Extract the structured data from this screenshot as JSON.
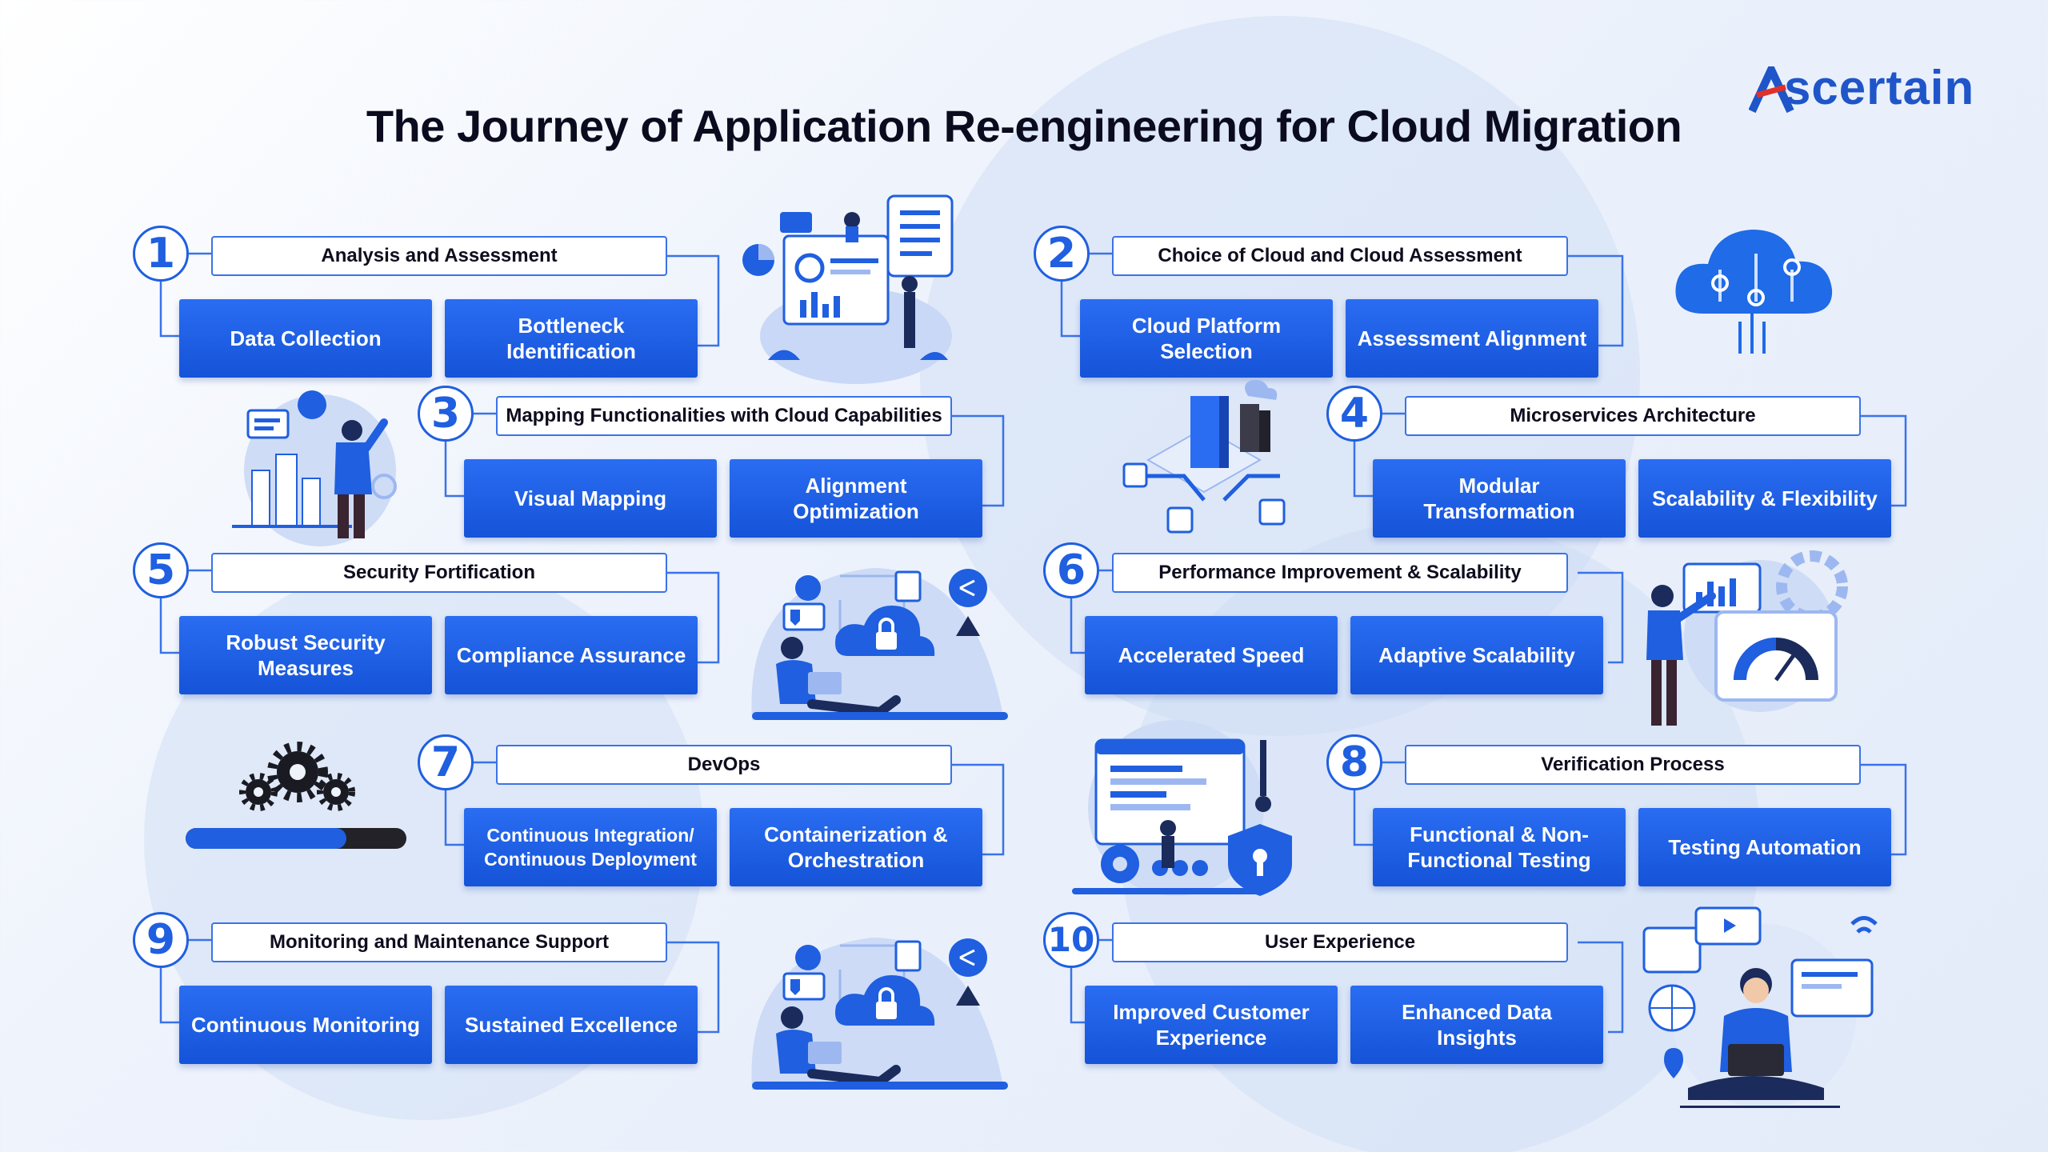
{
  "title": "The Journey of Application Re-engineering for Cloud Migration",
  "brand": {
    "name": "Ascertain",
    "color": "#1f55c9",
    "accent": "#e0302a"
  },
  "colors": {
    "box_blue": "#1a5de6",
    "outline_blue": "#1f5fe0",
    "text_dark": "#0d0d1e"
  },
  "steps": [
    {
      "number": "1",
      "title": "Analysis and Assessment",
      "items": [
        "Data Collection",
        "Bottleneck Identification"
      ]
    },
    {
      "number": "2",
      "title": "Choice of Cloud and Cloud Assessment",
      "items": [
        "Cloud Platform Selection",
        "Assessment Alignment"
      ]
    },
    {
      "number": "3",
      "title": "Mapping Functionalities with Cloud Capabilities",
      "items": [
        "Visual Mapping",
        "Alignment Optimization"
      ]
    },
    {
      "number": "4",
      "title": "Microservices Architecture",
      "items": [
        "Modular Transformation",
        "Scalability & Flexibility"
      ]
    },
    {
      "number": "5",
      "title": "Security Fortification",
      "items": [
        "Robust Security Measures",
        "Compliance Assurance"
      ]
    },
    {
      "number": "6",
      "title": "Performance Improvement & Scalability",
      "items": [
        "Accelerated Speed",
        "Adaptive Scalability"
      ]
    },
    {
      "number": "7",
      "title": "DevOps",
      "items": [
        "Continuous Integration/ Continuous Deployment",
        "Containerization & Orchestration"
      ]
    },
    {
      "number": "8",
      "title": "Verification Process",
      "items": [
        "Functional & Non-Functional Testing",
        "Testing Automation"
      ]
    },
    {
      "number": "9",
      "title": "Monitoring and Maintenance Support",
      "items": [
        "Continuous Monitoring",
        "Sustained Excellence"
      ]
    },
    {
      "number": "10",
      "title": "User Experience",
      "items": [
        "Improved Customer Experience",
        "Enhanced Data Insights"
      ]
    }
  ],
  "icons": [
    "analytics-dashboard-illustration",
    "cloud-network-icon",
    "analyst-illustration",
    "server-network-illustration",
    "cloud-security-illustration",
    "performance-gauge-illustration",
    "gears-progress-icon",
    "testing-illustration",
    "cloud-security-illustration",
    "user-experience-illustration"
  ],
  "progress": {
    "fraction": 0.73
  }
}
